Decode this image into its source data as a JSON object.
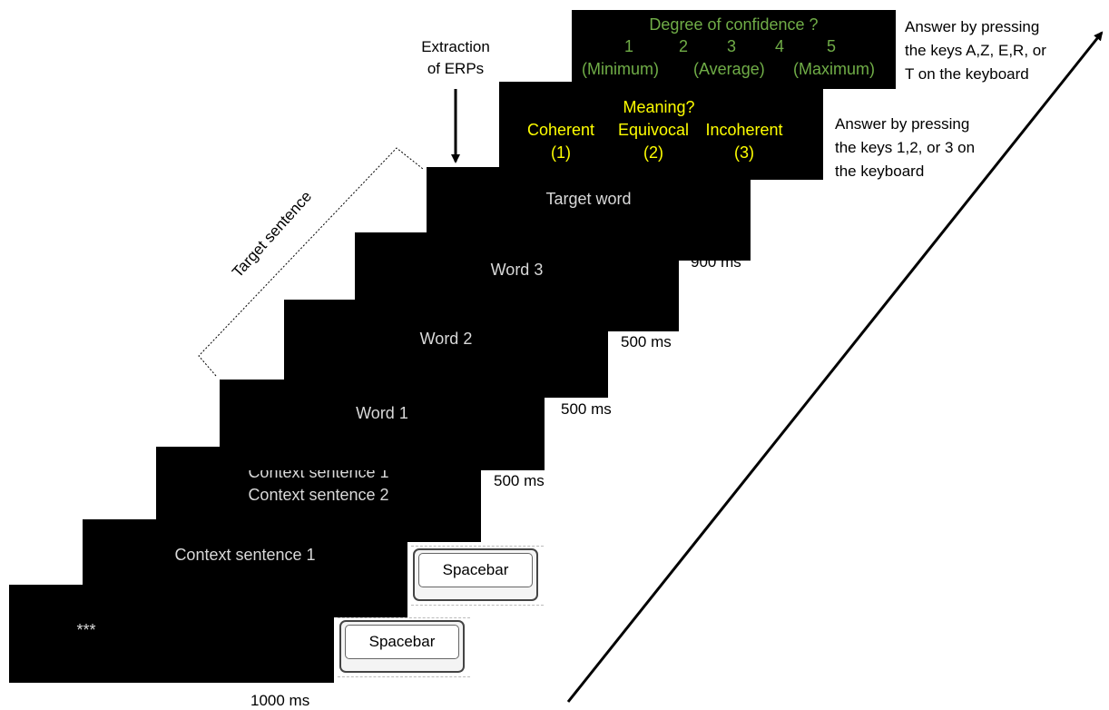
{
  "screens": {
    "fixation": "***",
    "context1": "Context sentence 1",
    "context2_line1": "Context sentence 1",
    "context2_line2": "Context sentence 2",
    "word1": "Word 1",
    "word2": "Word 2",
    "word3": "Word 3",
    "target": "Target word",
    "meaning": {
      "question": "Meaning?",
      "options": [
        {
          "label": "Coherent",
          "code": "(1)"
        },
        {
          "label": "Equivocal",
          "code": "(2)"
        },
        {
          "label": "Incoherent",
          "code": "(3)"
        }
      ]
    },
    "confidence": {
      "question": "Degree of confidence ?",
      "scale": [
        "1",
        "2",
        "3",
        "4",
        "5"
      ],
      "anchors": [
        "(Minimum)",
        "(Average)",
        "(Maximum)"
      ]
    }
  },
  "keys": {
    "spacebar_label": "Spacebar"
  },
  "timings": {
    "t1000": "1000 ms",
    "t500a": "500 ms",
    "t500b": "500 ms",
    "t500c": "500 ms",
    "t900": "900 ms"
  },
  "annotations": {
    "extraction_line1": "Extraction",
    "extraction_line2": "of ERPs",
    "target_sentence": "Target sentence",
    "meaning_answer_lines": [
      "Answer by pressing",
      "the keys 1,2, or 3 on",
      "the keyboard"
    ],
    "confidence_answer_lines": [
      "Answer by pressing",
      "the keys A,Z, E,R, or",
      "T on the keyboard"
    ]
  },
  "colors": {
    "screen": "#000000",
    "screen_text": "#d9d9d9",
    "meaning_text": "#ffff00",
    "confidence_text": "#70ad47"
  }
}
